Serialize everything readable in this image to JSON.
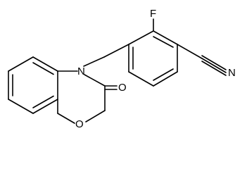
{
  "molecule": {
    "atoms": {
      "fluorine": "F",
      "nitrogen_ring": "N",
      "nitrogen_nitrile": "N",
      "oxygen_carbonyl": "O",
      "oxygen_ring": "O"
    }
  }
}
